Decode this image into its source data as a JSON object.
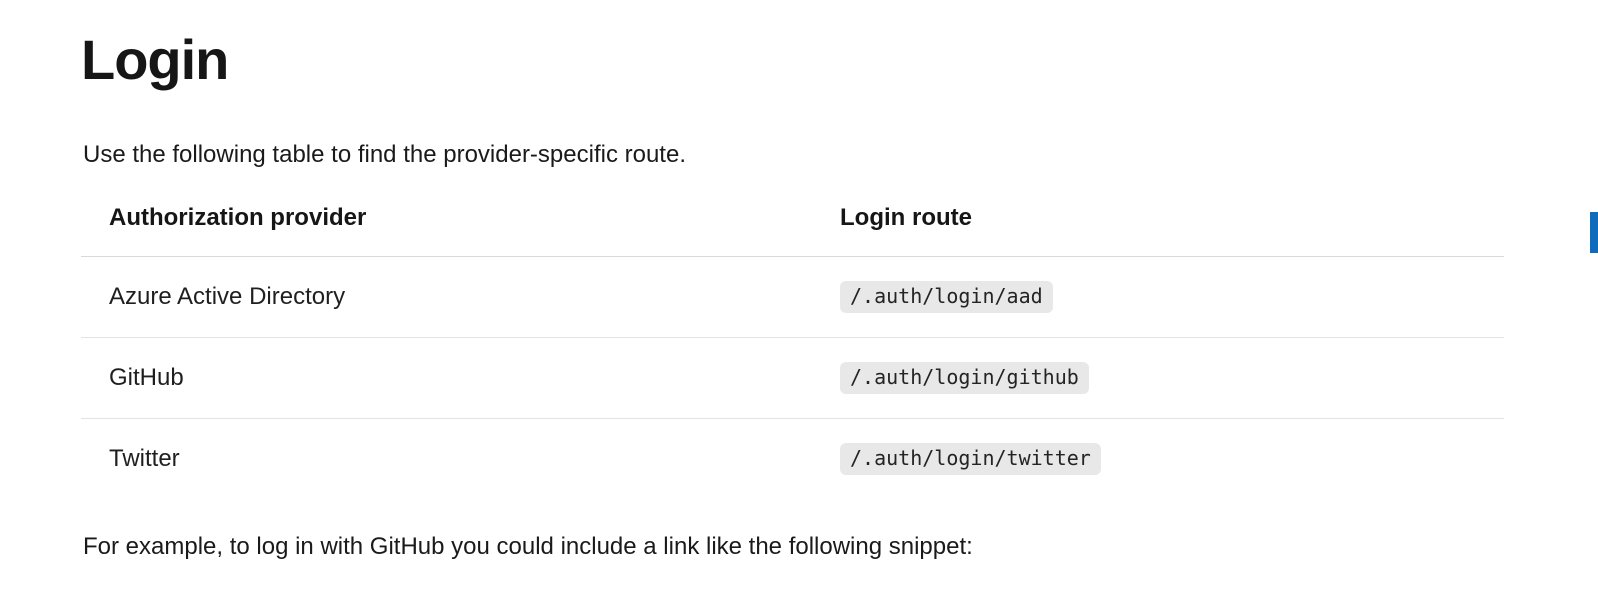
{
  "page": {
    "title": "Login",
    "intro_text": "Use the following table to find the provider-specific route.",
    "example_text": "For example, to log in with GitHub you could include a link like the following snippet:"
  },
  "routes_table": {
    "headers": {
      "provider": "Authorization provider",
      "route": "Login route"
    },
    "rows": [
      {
        "provider": "Azure Active Directory",
        "route": "/.auth/login/aad"
      },
      {
        "provider": "GitHub",
        "route": "/.auth/login/github"
      },
      {
        "provider": "Twitter",
        "route": "/.auth/login/twitter"
      }
    ]
  },
  "scrollbar": {
    "thumb_color": "#0f6cbd"
  },
  "colors": {
    "background": "#ffffff",
    "text": "#161616",
    "code_background": "#e8e8e8",
    "header_divider": "#d9d9d9",
    "row_divider": "#e3e3e3"
  }
}
